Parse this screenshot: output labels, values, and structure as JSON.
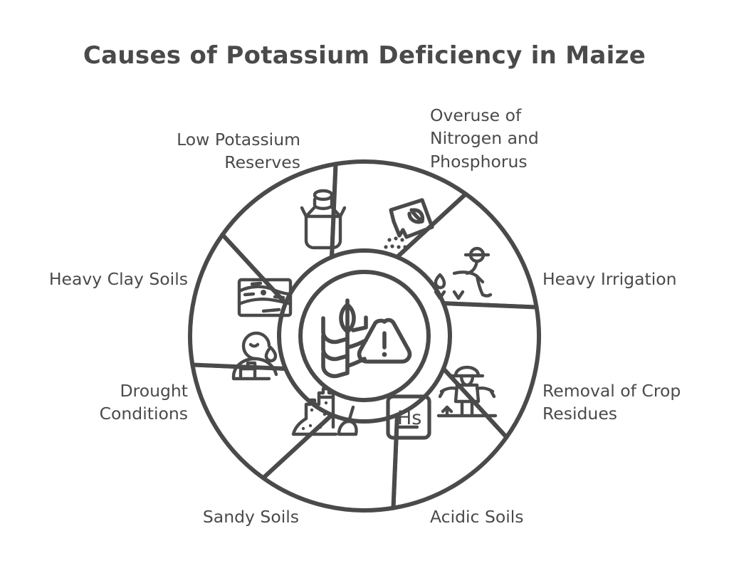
{
  "page": {
    "title": "Causes of Potassium Deficiency in Maize",
    "background_color": "#ffffff",
    "ink_color": "#4a4a4a"
  },
  "hub": {
    "icon_name": "maize-plant-warning-icon",
    "icon_parts": [
      "wheat-stalk",
      "warning-triangle-exclamation"
    ]
  },
  "wheel": {
    "type": "pinwheel-segments",
    "segment_count": 8,
    "segments": [
      {
        "id": "overuse-of-nitrogen-and-phosphorus",
        "label": "Overuse of\nNitrogen and\nPhosphorus",
        "icon_name": "fertilizer-packet-icon",
        "angle_deg": 292.5
      },
      {
        "id": "heavy-irrigation",
        "label": "Heavy Irrigation",
        "icon_name": "farmer-watering-icon",
        "angle_deg": 337.5
      },
      {
        "id": "removal-of-crop-residues",
        "label": "Removal of Crop\nResidues",
        "icon_name": "scarecrow-icon",
        "angle_deg": 22.5
      },
      {
        "id": "acidic-soils",
        "label": "Acidic Soils",
        "icon_name": "ph-element-tile-icon",
        "angle_deg": 67.5
      },
      {
        "id": "sandy-soils",
        "label": "Sandy Soils",
        "icon_name": "sandcastle-icon",
        "angle_deg": 112.5
      },
      {
        "id": "drought-conditions",
        "label": "Drought\nConditions",
        "icon_name": "thirsty-person-icon",
        "angle_deg": 157.5
      },
      {
        "id": "heavy-clay-soils",
        "label": "Heavy Clay Soils",
        "icon_name": "soil-layers-icon",
        "angle_deg": 202.5
      },
      {
        "id": "low-potassium-reserves",
        "label": "Low Potassium\nReserves",
        "icon_name": "milk-can-icon",
        "angle_deg": 247.5
      }
    ]
  },
  "icons": {
    "ph_tile_text": "Hs"
  }
}
